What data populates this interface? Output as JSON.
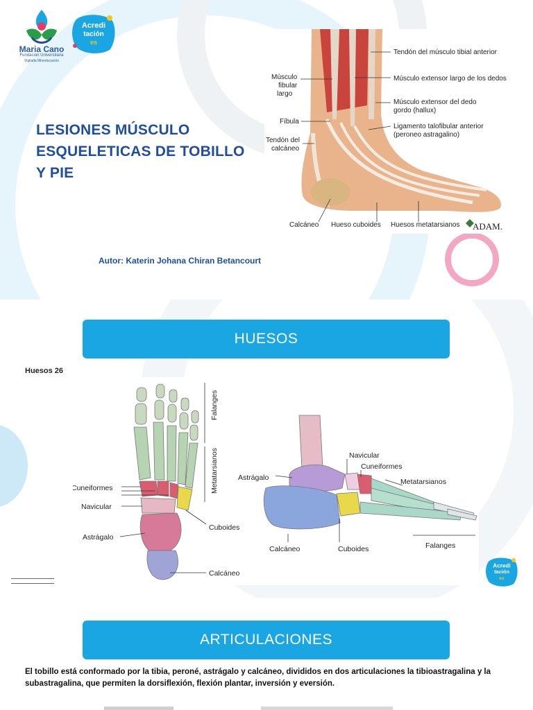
{
  "slide1": {
    "logo_main": "Maria Cano",
    "logo_sub1": "Fundación Universitaria",
    "logo_sub2": "Vigilada Mineducación",
    "badge_lines": [
      "Acredi",
      "tación",
      "es"
    ],
    "title": "LESIONES MÚSCULO ESQUELETICAS DE TOBILLO Y PIE",
    "author": "Autor: Katerin Johana Chiran Betancourt",
    "figure": {
      "labels_left": [
        "Músculo",
        "fibular",
        "largo",
        "Fíbula",
        "Tendón del",
        "calcáneo"
      ],
      "labels_right": [
        "Tendón del músculo tibial anterior",
        "Músculo extensor largo de los dedos",
        "Músculo extensor del dedo",
        "gordo (hallux)",
        "Ligamento talofibular anterior",
        "(peroneo astragalino)"
      ],
      "labels_bottom": [
        "Calcáneo",
        "Hueso cuboides",
        "Huesos metatarsianos"
      ],
      "brand": "ADAM."
    }
  },
  "slide2": {
    "section_title": "HUESOS",
    "count_text": "Huesos 26",
    "top_view_labels": {
      "falanges": "Falanges",
      "metatarsianos": "Metatarsianos",
      "cuneiformes": "Cuneiformes",
      "navicular": "Navicular",
      "astragalo": "Astrágalo",
      "cuboides": "Cuboides",
      "calcaneo": "Calcáneo"
    },
    "side_view_labels": {
      "navicular": "Navicular",
      "cuneiformes": "Cuneiformes",
      "metatarsianos": "Metatarsianos",
      "astragalo": "Astrágalo",
      "calcaneo": "Calcáneo",
      "cuboides": "Cuboides",
      "falanges": "Falanges"
    }
  },
  "slide3": {
    "section_title": "ARTICULACIONES",
    "paragraph": "El tobillo está conformado por la tibia, peroné, astrágalo y calcáneo, divididos en dos articulaciones la tibioastragalina y la subastragalina, que permiten la dorsiflexión, flexión plantar, inversión y eversión."
  },
  "colors": {
    "accent_blue": "#1aa6e2",
    "title_blue": "#1f4e9e",
    "ring_light": "#e4f3fb",
    "ring_pink": "#f2a7c2"
  }
}
